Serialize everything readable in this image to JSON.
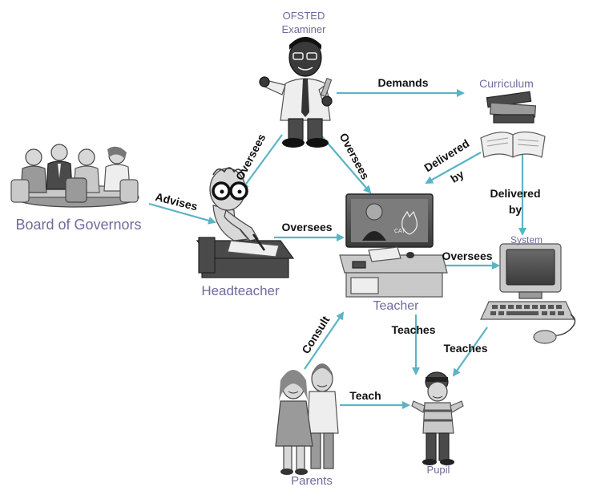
{
  "colors": {
    "arrow": "#5bb4c5",
    "node_label": "#6f6a9e",
    "edge_label": "#111111"
  },
  "nodes": {
    "ofsted": {
      "line1": "OFSTED",
      "line2": "Examiner"
    },
    "curriculum": "Curriculum",
    "governors": "Board of Governors",
    "headteacher": "Headteacher",
    "teacher": "Teacher",
    "system": "System",
    "parents": "Parents",
    "pupil": "Pupil"
  },
  "edges": {
    "demands": "Demands",
    "oversees_ofsted_head": "Oversees",
    "oversees_ofsted_teacher": "Oversees",
    "delivered_by_curr_teacher": {
      "line1": "Delivered",
      "line2": "by"
    },
    "delivered_by_curr_system": {
      "line1": "Delivered",
      "line2": "by"
    },
    "advises": "Advises",
    "oversees_head_teacher": "Oversees",
    "oversees_teacher_system": "Oversees",
    "consult": "Consult",
    "teaches_teacher_pupil": "Teaches",
    "teaches_system_pupil": "Teaches",
    "teach_parents_pupil": "Teach"
  }
}
